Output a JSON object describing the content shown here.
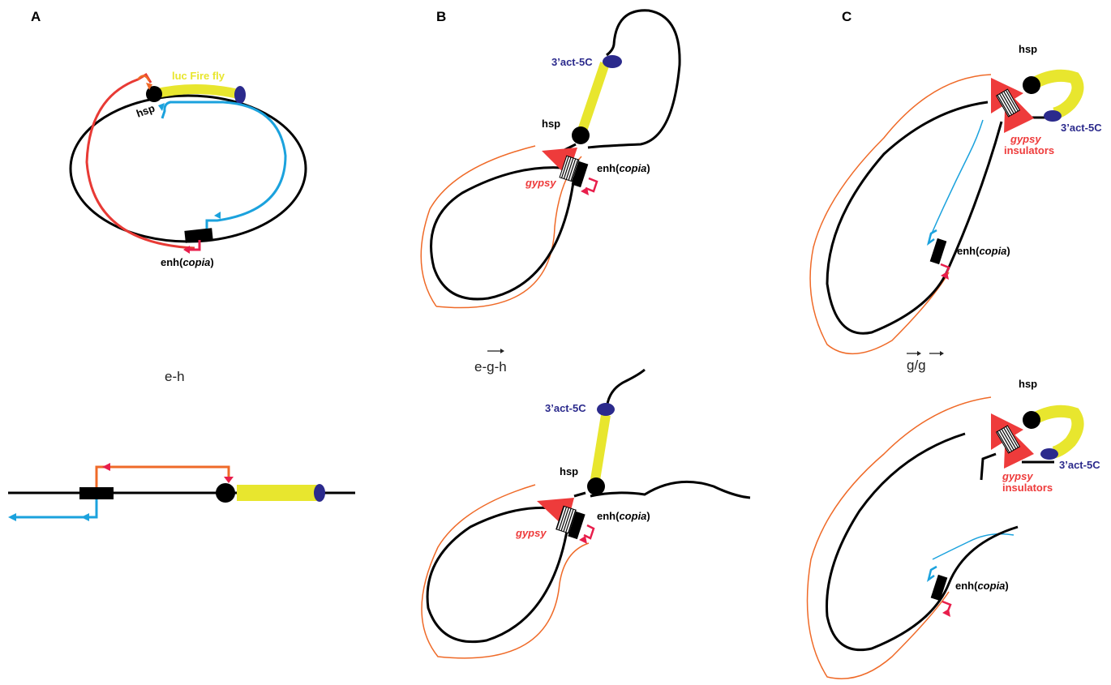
{
  "panels": {
    "a": "A",
    "b": "B",
    "c": "C"
  },
  "captions": {
    "a": "e-h",
    "b": "e-g-h",
    "c": "g/g"
  },
  "labels": {
    "luc": "luc Fire fly",
    "hsp": "hsp",
    "enh": "enh(",
    "copia": "copia",
    "close_paren": ")",
    "act5c": "3’act-5C",
    "gypsy": "gypsy",
    "insulators": "insulators"
  },
  "colors": {
    "dna": "#000000",
    "luciferase": "#e8e62e",
    "terminator": "#2b2a8c",
    "insulator": "#ee3b3b",
    "trace_orange": "#ef6a28",
    "trace_blue": "#1ba2dd",
    "arrow_red": "#e81e4b",
    "arc_red": "#e83a35"
  }
}
